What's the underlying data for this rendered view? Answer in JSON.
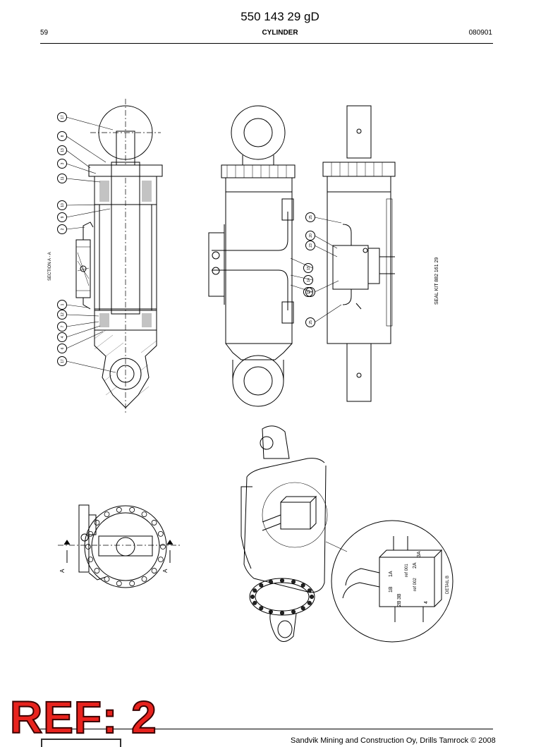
{
  "document": {
    "number": "550 143 29 gD",
    "page": "59",
    "title": "CYLINDER",
    "date_code": "080901"
  },
  "drawing": {
    "section_label": "SECTION A - A",
    "seal_kit_label": "SEAL KIT 882 161 29",
    "detail_label": "DETAIL B",
    "section_marker": "A",
    "callouts_left": [
      "17",
      "8",
      "13",
      "3",
      "11",
      "10",
      "9",
      "2",
      "1",
      "12",
      "7",
      "4",
      "6",
      "17"
    ],
    "callouts_middle": [
      "15",
      "14",
      "15"
    ],
    "callouts_right": [
      "25",
      "20",
      "23",
      "5",
      "25"
    ],
    "valve_ports": [
      "1A",
      "2A",
      "3A",
      "1B",
      "2B",
      "3B",
      "4"
    ],
    "valve_tags": [
      "ref 001",
      "ref 002"
    ]
  },
  "overlay": {
    "ref_badge": "REF: 2"
  },
  "footer": {
    "copyright": "Sandvik Mining and Construction Oy, Drills Tamrock © 2008"
  }
}
